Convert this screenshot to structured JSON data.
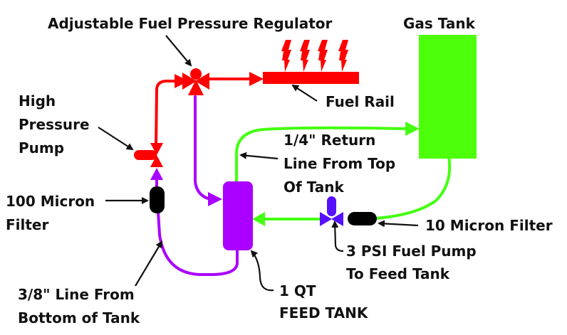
{
  "diagram": {
    "title": "Fuel system with feed tank",
    "colors": {
      "high_pressure": "#ff0000",
      "feed_line": "#aa00ff",
      "return_line": "#44ff11",
      "gas_tank": "#4dff0a",
      "low_pressure_pump": "#5511ff",
      "filter": "#000000",
      "pointer": "#111111"
    },
    "labels": {
      "regulator": "Adjustable Fuel Pressure Regulator",
      "gas_tank": "Gas Tank",
      "fuel_rail": "Fuel Rail",
      "high_pressure_pump": [
        "High",
        "Pressure",
        "Pump"
      ],
      "return_line": [
        "1/4\" Return",
        "Line From Top",
        "Of Tank"
      ],
      "filter_100": [
        "100 Micron",
        "Filter"
      ],
      "filter_10": "10 Micron Filter",
      "feed_pump": [
        "3 PSI Fuel Pump",
        "To Feed Tank"
      ],
      "feed_line": [
        "3/8\" Line From",
        "Bottom of Tank"
      ],
      "feed_tank": [
        "1 QT",
        "FEED TANK"
      ]
    },
    "components": [
      {
        "id": "gas-tank",
        "type": "tank"
      },
      {
        "id": "feed-tank",
        "type": "tank"
      },
      {
        "id": "high-pressure-pump",
        "type": "pump"
      },
      {
        "id": "feed-pump",
        "type": "pump"
      },
      {
        "id": "filter-100-micron",
        "type": "filter"
      },
      {
        "id": "filter-10-micron",
        "type": "filter"
      },
      {
        "id": "fuel-pressure-regulator",
        "type": "regulator"
      },
      {
        "id": "fuel-rail",
        "type": "rail",
        "injectors": 4
      }
    ]
  }
}
